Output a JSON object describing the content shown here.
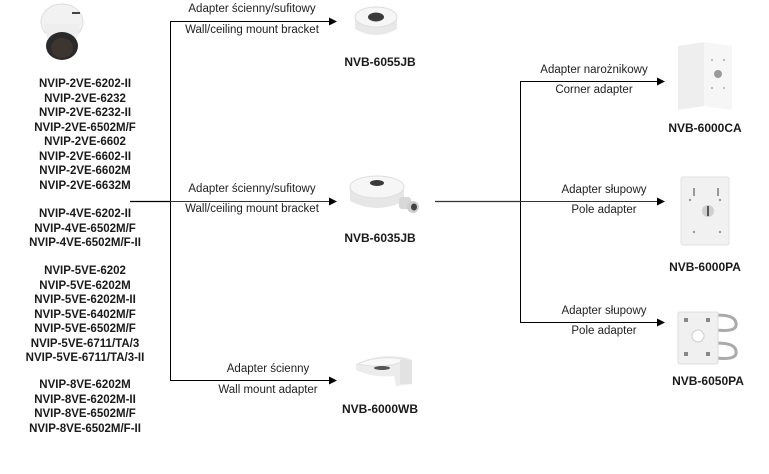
{
  "camera": {
    "icon": "dome-camera-icon",
    "model_groups": [
      {
        "models": [
          "NVIP-2VE-6202-II",
          "NVIP-2VE-6232",
          "NVIP-2VE-6232-II",
          "NVIP-2VE-6502M/F",
          "NVIP-2VE-6602",
          "NVIP-2VE-6602-II",
          "NVIP-2VE-6602M",
          "NVIP-2VE-6632M"
        ]
      },
      {
        "models": [
          "NVIP-4VE-6202-II",
          "NVIP-4VE-6502M/F",
          "NVIP-4VE-6502M/F-II"
        ]
      },
      {
        "models": [
          "NVIP-5VE-6202",
          "NVIP-5VE-6202M",
          "NVIP-5VE-6202M-II",
          "NVIP-5VE-6402M/F",
          "NVIP-5VE-6502M/F",
          "NVIP-5VE-6711/TA/3",
          "NVIP-5VE-6711/TA/3-II"
        ]
      },
      {
        "models": [
          "NVIP-8VE-6202M",
          "NVIP-8VE-6202M-II",
          "NVIP-8VE-6502M/F",
          "NVIP-8VE-6502M/F-II"
        ]
      }
    ]
  },
  "adapters": [
    {
      "label_pl": "Adapter ścienny/sufitowy",
      "label_en": "Wall/ceiling mount bracket",
      "code": "NVB-6055JB",
      "icon": "junction-box-icon"
    },
    {
      "label_pl": "Adapter ścienny/sufitowy",
      "label_en": "Wall/ceiling mount bracket",
      "code": "NVB-6035JB",
      "icon": "junction-box-gland-icon"
    },
    {
      "label_pl": "Adapter ścienny",
      "label_en": "Wall mount adapter",
      "code": "NVB-6000WB",
      "icon": "wall-mount-icon"
    }
  ],
  "secondary_adapters": [
    {
      "label_pl": "Adapter narożnikowy",
      "label_en": "Corner adapter",
      "code": "NVB-6000CA",
      "icon": "corner-adapter-icon"
    },
    {
      "label_pl": "Adapter słupowy",
      "label_en": "Pole adapter",
      "code": "NVB-6000PA",
      "icon": "pole-plate-icon"
    },
    {
      "label_pl": "Adapter słupowy",
      "label_en": "Pole adapter",
      "code": "NVB-6050PA",
      "icon": "pole-clamp-icon"
    }
  ]
}
